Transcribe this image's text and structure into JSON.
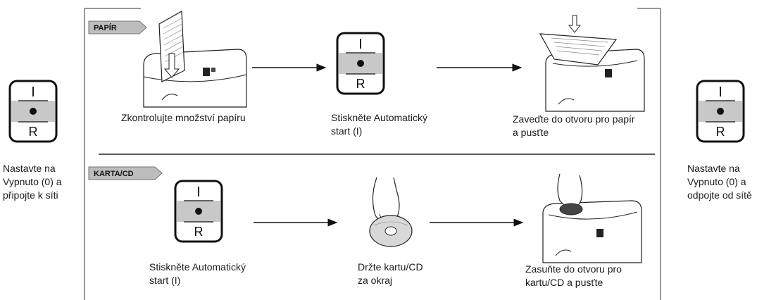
{
  "left_panel": {
    "switch": {
      "top": "I",
      "bottom": "R"
    },
    "caption": [
      "Nastavte na",
      "Vypnuto (0) a",
      "připojte k síti"
    ]
  },
  "right_panel": {
    "switch": {
      "top": "I",
      "bottom": "R"
    },
    "caption": [
      "Nastavte na",
      "Vypnuto (0) a",
      "odpojte od sítě"
    ]
  },
  "paper_section": {
    "tag": "PAPÍR",
    "steps": [
      {
        "caption": [
          "Zkontrolujte množství papíru"
        ],
        "icon": "shredder-paper-check-icon"
      },
      {
        "caption": [
          "Stiskněte Automatický",
          "start (I)"
        ],
        "switch": {
          "top": "I",
          "bottom": "R"
        }
      },
      {
        "caption": [
          "Zaveďte do otvoru pro papír",
          "a pusťte"
        ],
        "icon": "shredder-paper-feed-icon"
      }
    ]
  },
  "card_section": {
    "tag": "KARTA/CD",
    "steps": [
      {
        "caption": [
          "Stiskněte Automatický",
          "start (I)"
        ],
        "switch": {
          "top": "I",
          "bottom": "R"
        }
      },
      {
        "caption": [
          "Držte kartu/CD",
          "za okraj"
        ],
        "icon": "hand-holding-cd-icon"
      },
      {
        "caption": [
          "Zasuňte do otvoru pro",
          "kartu/CD a pusťte"
        ],
        "icon": "shredder-cd-insert-icon"
      }
    ]
  }
}
